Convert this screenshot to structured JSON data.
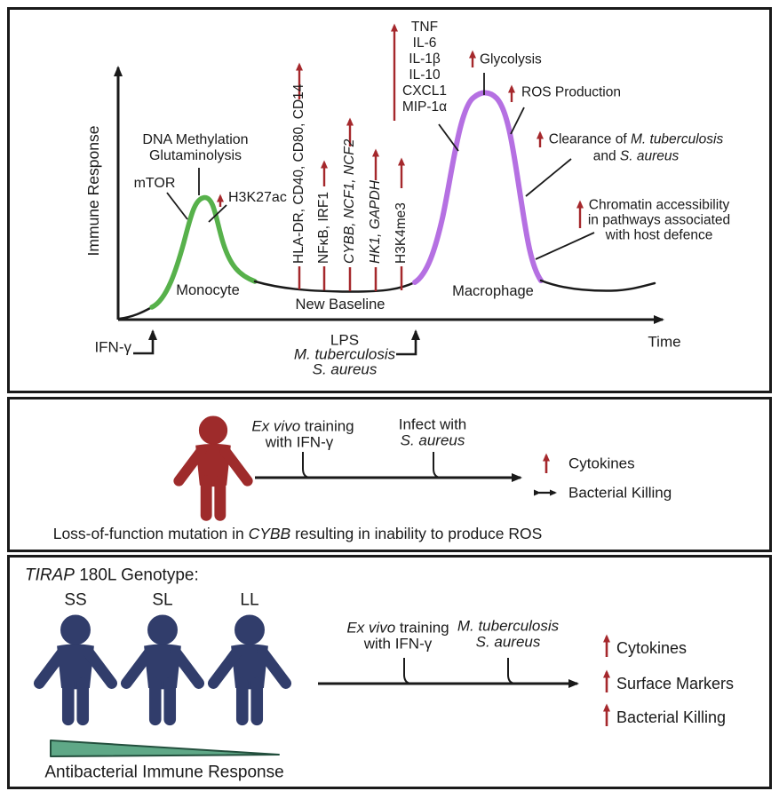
{
  "figure": {
    "panel1": {
      "y_axis": "Immune Response",
      "x_axis": "Time",
      "ifn": "IFN-γ",
      "stimuli": {
        "l1": "LPS",
        "l2": "M. tuberculosis",
        "l3": "S. aureus"
      },
      "monocyte": "Monocyte",
      "macrophage": "Macrophage",
      "new_baseline": "New Baseline",
      "dna_methylation": "DNA Methylation",
      "glutaminolysis": "Glutaminolysis",
      "mtor": "mTOR",
      "h3k27ac": "H3K27ac",
      "columns": [
        "HLA-DR, CD40, CD80, CD14",
        "NFκB, IRF1",
        "CYBB, NCF1, NCF2",
        "HK1, GAPDH",
        "H3K4me3"
      ],
      "cytokines": [
        "TNF",
        "IL-6",
        "IL-1β",
        "IL-10",
        "CXCL1",
        "MIP-1α"
      ],
      "glycolysis": "Glycolysis",
      "ros": "ROS Production",
      "clearance": {
        "l1a": "Clearance of ",
        "l1b": "M. tuberculosis",
        "l2a": "and ",
        "l2b": "S. aureus"
      },
      "chromatin": {
        "l1": "Chromatin accessibility",
        "l2": "in pathways associated",
        "l3": "with host defence"
      }
    },
    "panel2": {
      "training": {
        "it": "Ex vivo",
        "rest": " training",
        "l2": "with IFN-γ"
      },
      "infect": {
        "l1": "Infect with",
        "l2": "S. aureus"
      },
      "outcome_cytokines": "Cytokines",
      "outcome_killing": "Bacterial Killing",
      "caption": {
        "pre": "Loss-of-function mutation in ",
        "gene": "CYBB",
        "post": " resulting in inability to produce ROS"
      }
    },
    "panel3": {
      "title": {
        "gene": "TIRAP",
        "rest": " 180L Genotype:"
      },
      "genotypes": [
        "SS",
        "SL",
        "LL"
      ],
      "training": {
        "it": "Ex vivo",
        "rest": " training",
        "l2": "with IFN-γ"
      },
      "pathogens": {
        "l1": "M. tuberculosis",
        "l2": "S. aureus"
      },
      "outcomes": [
        "Cytokines",
        "Surface Markers",
        "Bacterial Killing"
      ],
      "wedge_label": "Antibacterial Immune Response"
    },
    "colors": {
      "red_arrow": "#a5282c",
      "green_curve": "#57b14b",
      "purple_curve": "#b570e2",
      "navy_person": "#313d6b",
      "red_person": "#9e2b2b",
      "wedge_green": "#5fa887",
      "wedge_border": "#234f3d",
      "line_black": "#1a1a1a"
    }
  }
}
